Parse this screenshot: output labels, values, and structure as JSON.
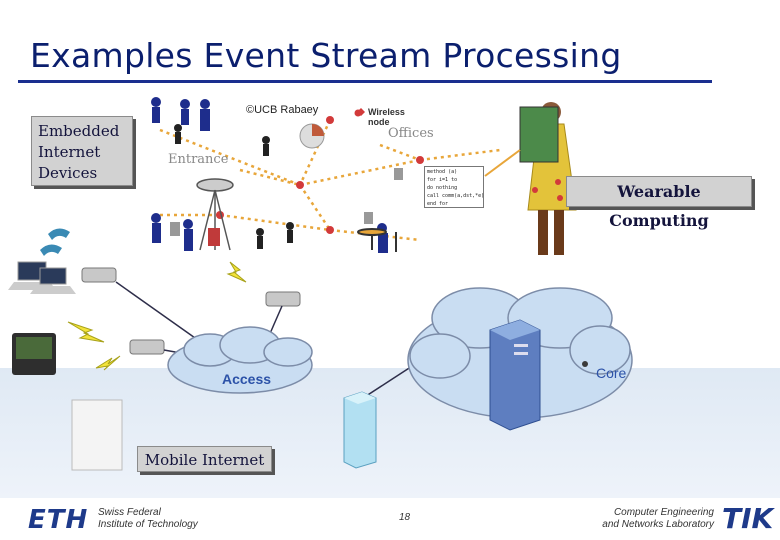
{
  "slide": {
    "title": "Examples Event Stream Processing",
    "credit": "©UCB Rabaey",
    "wireless_node": "Wireless\nnode",
    "offices": "Offices",
    "entrance": "Entrance",
    "embedded_box": "Embedded\nInternet\nDevices",
    "wearable_box": "Wearable Computing",
    "mobile_box": "Mobile Internet",
    "access_label": "Access",
    "core_label": "Core",
    "code_lines": [
      "method (a)",
      "for i=1 to",
      "do nothing",
      "call comm(a,dst,*e);",
      "end for"
    ]
  },
  "footer": {
    "eth_logo": "ETH",
    "eth_name": "Swiss Federal\nInstitute of Technology",
    "page_number": "18",
    "lab_name": "Computer Engineering\nand Networks Laboratory",
    "tik_logo": "TIK"
  },
  "colors": {
    "title": "#0b1f6e",
    "cloud": "#c9ddf2",
    "node_dots": "#e8a63a",
    "node_red": "#d23a3a"
  }
}
